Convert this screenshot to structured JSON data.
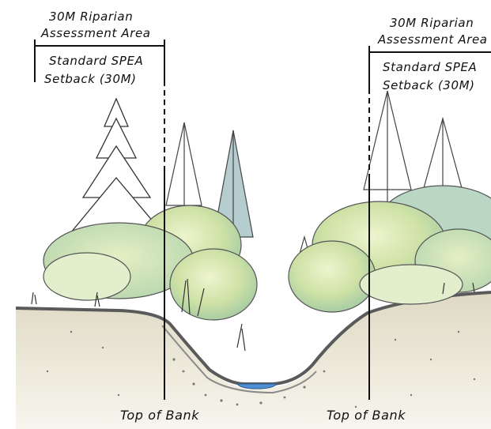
{
  "left_area": {
    "assessment_line1": "30M Riparian",
    "assessment_line2": "Assessment Area",
    "setback_line1": "Standard SPEA",
    "setback_line2": "Setback (30M)"
  },
  "right_area": {
    "assessment_line1": "30M Riparian",
    "assessment_line2": "Assessment Area",
    "setback_line1": "Standard SPEA",
    "setback_line2": "Setback (30M)"
  },
  "bank_left": "Top of Bank",
  "bank_right": "Top of Bank",
  "colors": {
    "soil": "#e9e5d4",
    "bank_line": "#555555",
    "foliage_light": "#dbe9b4",
    "foliage_mid": "#b9d79b",
    "foliage_blue": "#c8dcd4",
    "conifer": "#b5cdcf",
    "water": "#4f8fd6"
  }
}
